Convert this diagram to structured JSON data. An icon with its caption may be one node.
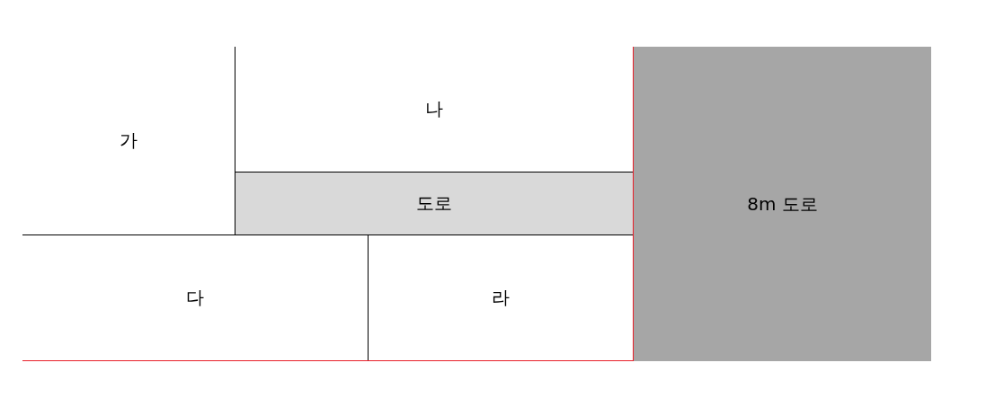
{
  "diagram": {
    "nodes": [
      {
        "text": [],
        "shape": "box"
      },
      {
        "text": [
          "가"
        ],
        "in": 0
      },
      {
        "text": [
          "나"
        ],
        "in": 0
      },
      {
        "text": [
          "도로"
        ],
        "in": 0
      },
      {
        "text": [
          "다"
        ],
        "in": 0
      },
      {
        "text": [
          "라"
        ],
        "in": 0
      },
      {
        "text": [
          "8m 도로"
        ]
      }
    ]
  }
}
